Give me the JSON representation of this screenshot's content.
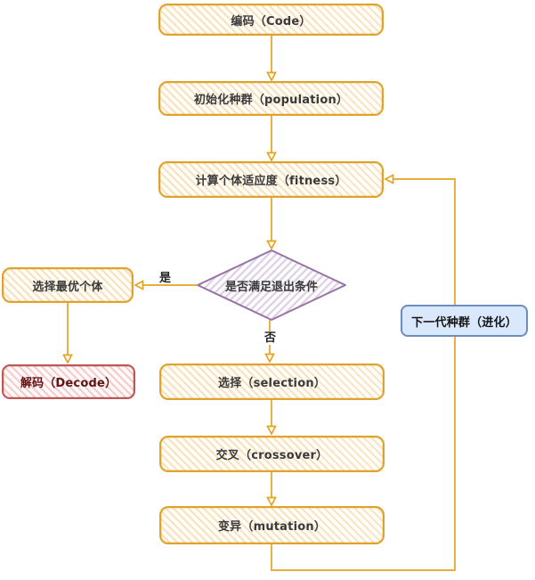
{
  "diagram": {
    "type": "flowchart",
    "topic": "genetic-algorithm-flow",
    "nodes": {
      "code": {
        "label": "编码（Code）",
        "shape": "rounded-rect",
        "style": "orange-hatch"
      },
      "population": {
        "label": "初始化种群（population）",
        "shape": "rounded-rect",
        "style": "orange-hatch"
      },
      "fitness": {
        "label": "计算个体适应度（fitness）",
        "shape": "rounded-rect",
        "style": "orange-hatch"
      },
      "decision": {
        "label": "是否满足退出条件",
        "shape": "diamond",
        "style": "purple-hatch"
      },
      "best": {
        "label": "选择最优个体",
        "shape": "rounded-rect",
        "style": "orange-hatch"
      },
      "decode": {
        "label": "解码（Decode）",
        "shape": "rounded-rect",
        "style": "red-hatch"
      },
      "selection": {
        "label": "选择（selection）",
        "shape": "rounded-rect",
        "style": "orange-hatch"
      },
      "crossover": {
        "label": "交叉（crossover）",
        "shape": "rounded-rect",
        "style": "orange-hatch"
      },
      "mutation": {
        "label": "变异（mutation）",
        "shape": "rounded-rect",
        "style": "orange-hatch"
      },
      "nextgen": {
        "label": "下一代种群（进化）",
        "shape": "rounded-rect",
        "style": "blue-solid"
      }
    },
    "edge_labels": {
      "yes": "是",
      "no": "否"
    },
    "edges": [
      "code -> population",
      "population -> fitness",
      "fitness -> decision",
      "decision -(是)-> best",
      "best -> decode",
      "decision -(否)-> selection",
      "selection -> crossover",
      "crossover -> mutation",
      "mutation -> fitness (loop via 下一代种群（进化）)"
    ],
    "colors": {
      "orange_stroke": "#dfa32b",
      "orange_fill_stripe": "#ebac52",
      "purple_stroke": "#9673a6",
      "purple_fill_stripe": "#b39cc4",
      "red_stroke": "#bb5856",
      "red_text": "#5e1414",
      "blue_stroke": "#6c8ebf",
      "blue_fill": "#dae8fc",
      "text": "#3a3a3a",
      "background": "#ffffff"
    }
  }
}
